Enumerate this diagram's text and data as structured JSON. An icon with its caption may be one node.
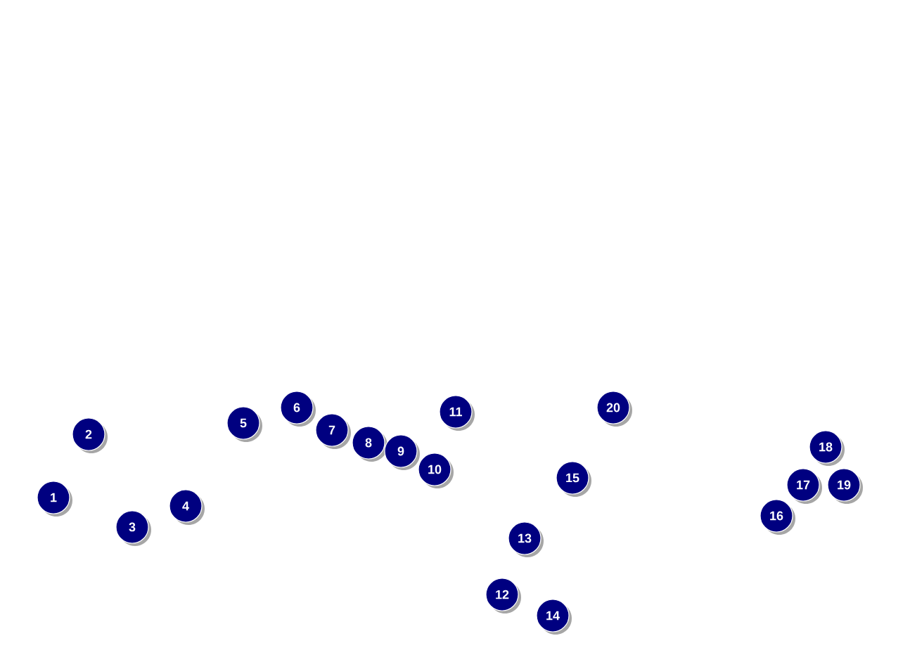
{
  "diagram": {
    "nodes": [
      {
        "text": [
          "1"
        ]
      },
      {
        "text": [
          "2"
        ]
      },
      {
        "text": [
          "3"
        ]
      },
      {
        "text": [
          "4"
        ]
      },
      {
        "text": [
          "5"
        ]
      },
      {
        "text": [
          "6"
        ]
      },
      {
        "text": [
          "7"
        ]
      },
      {
        "text": [
          "8"
        ]
      },
      {
        "text": [
          "9"
        ]
      },
      {
        "text": [
          "10"
        ]
      },
      {
        "text": [
          "11"
        ]
      },
      {
        "text": [
          "12"
        ]
      },
      {
        "text": [
          "13"
        ]
      },
      {
        "text": [
          "14"
        ]
      },
      {
        "text": [
          "15"
        ]
      },
      {
        "text": [
          "16"
        ]
      },
      {
        "text": [
          "17"
        ]
      },
      {
        "text": [
          "18"
        ]
      },
      {
        "text": [
          "19"
        ]
      },
      {
        "text": [
          "20"
        ]
      }
    ]
  }
}
